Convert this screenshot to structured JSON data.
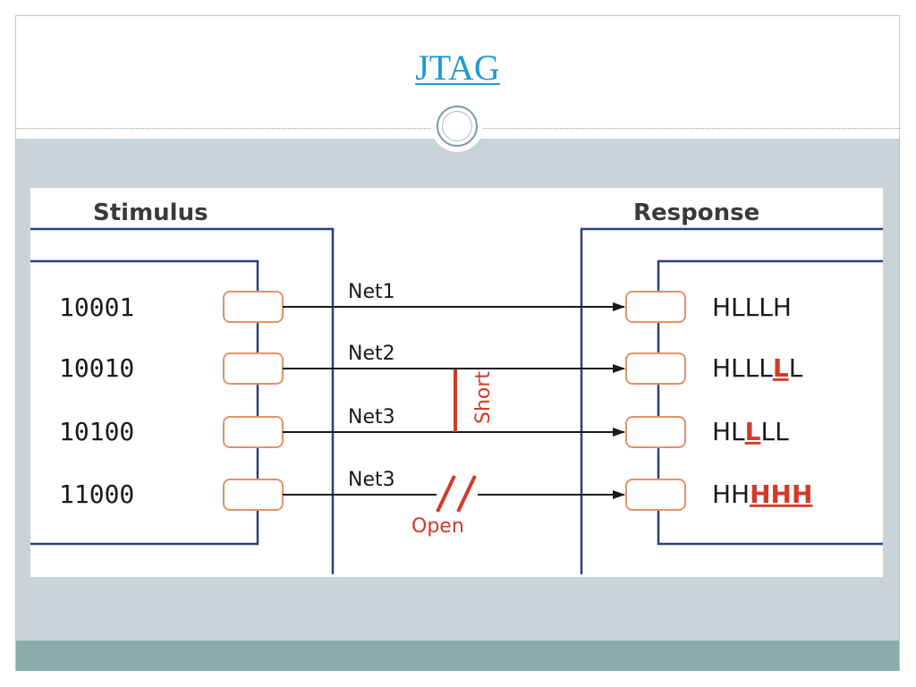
{
  "slide": {
    "title": "JTAG"
  },
  "diagram": {
    "stimulus_label": "Stimulus",
    "response_label": "Response",
    "rows": [
      {
        "input": "10001",
        "net": "Net1",
        "response_normal": "HLLLH",
        "response_fault": ""
      },
      {
        "input": "10010",
        "net": "Net2",
        "response_normal": "HLLL",
        "response_fault": "L",
        "response_tail": "L"
      },
      {
        "input": "10100",
        "net": "Net3",
        "response_normal": "HL",
        "response_fault": "L",
        "response_tail": "LL"
      },
      {
        "input": "11000",
        "net": "Net3",
        "response_normal": "HH",
        "response_fault": "HHH",
        "response_tail": ""
      }
    ],
    "short_label": "Short",
    "open_label": "Open",
    "colors": {
      "border_blue": "#2c3f7a",
      "cell_orange": "#e0936b",
      "fault_red": "#d13a2a",
      "line_dark": "#1a1a1a"
    }
  }
}
